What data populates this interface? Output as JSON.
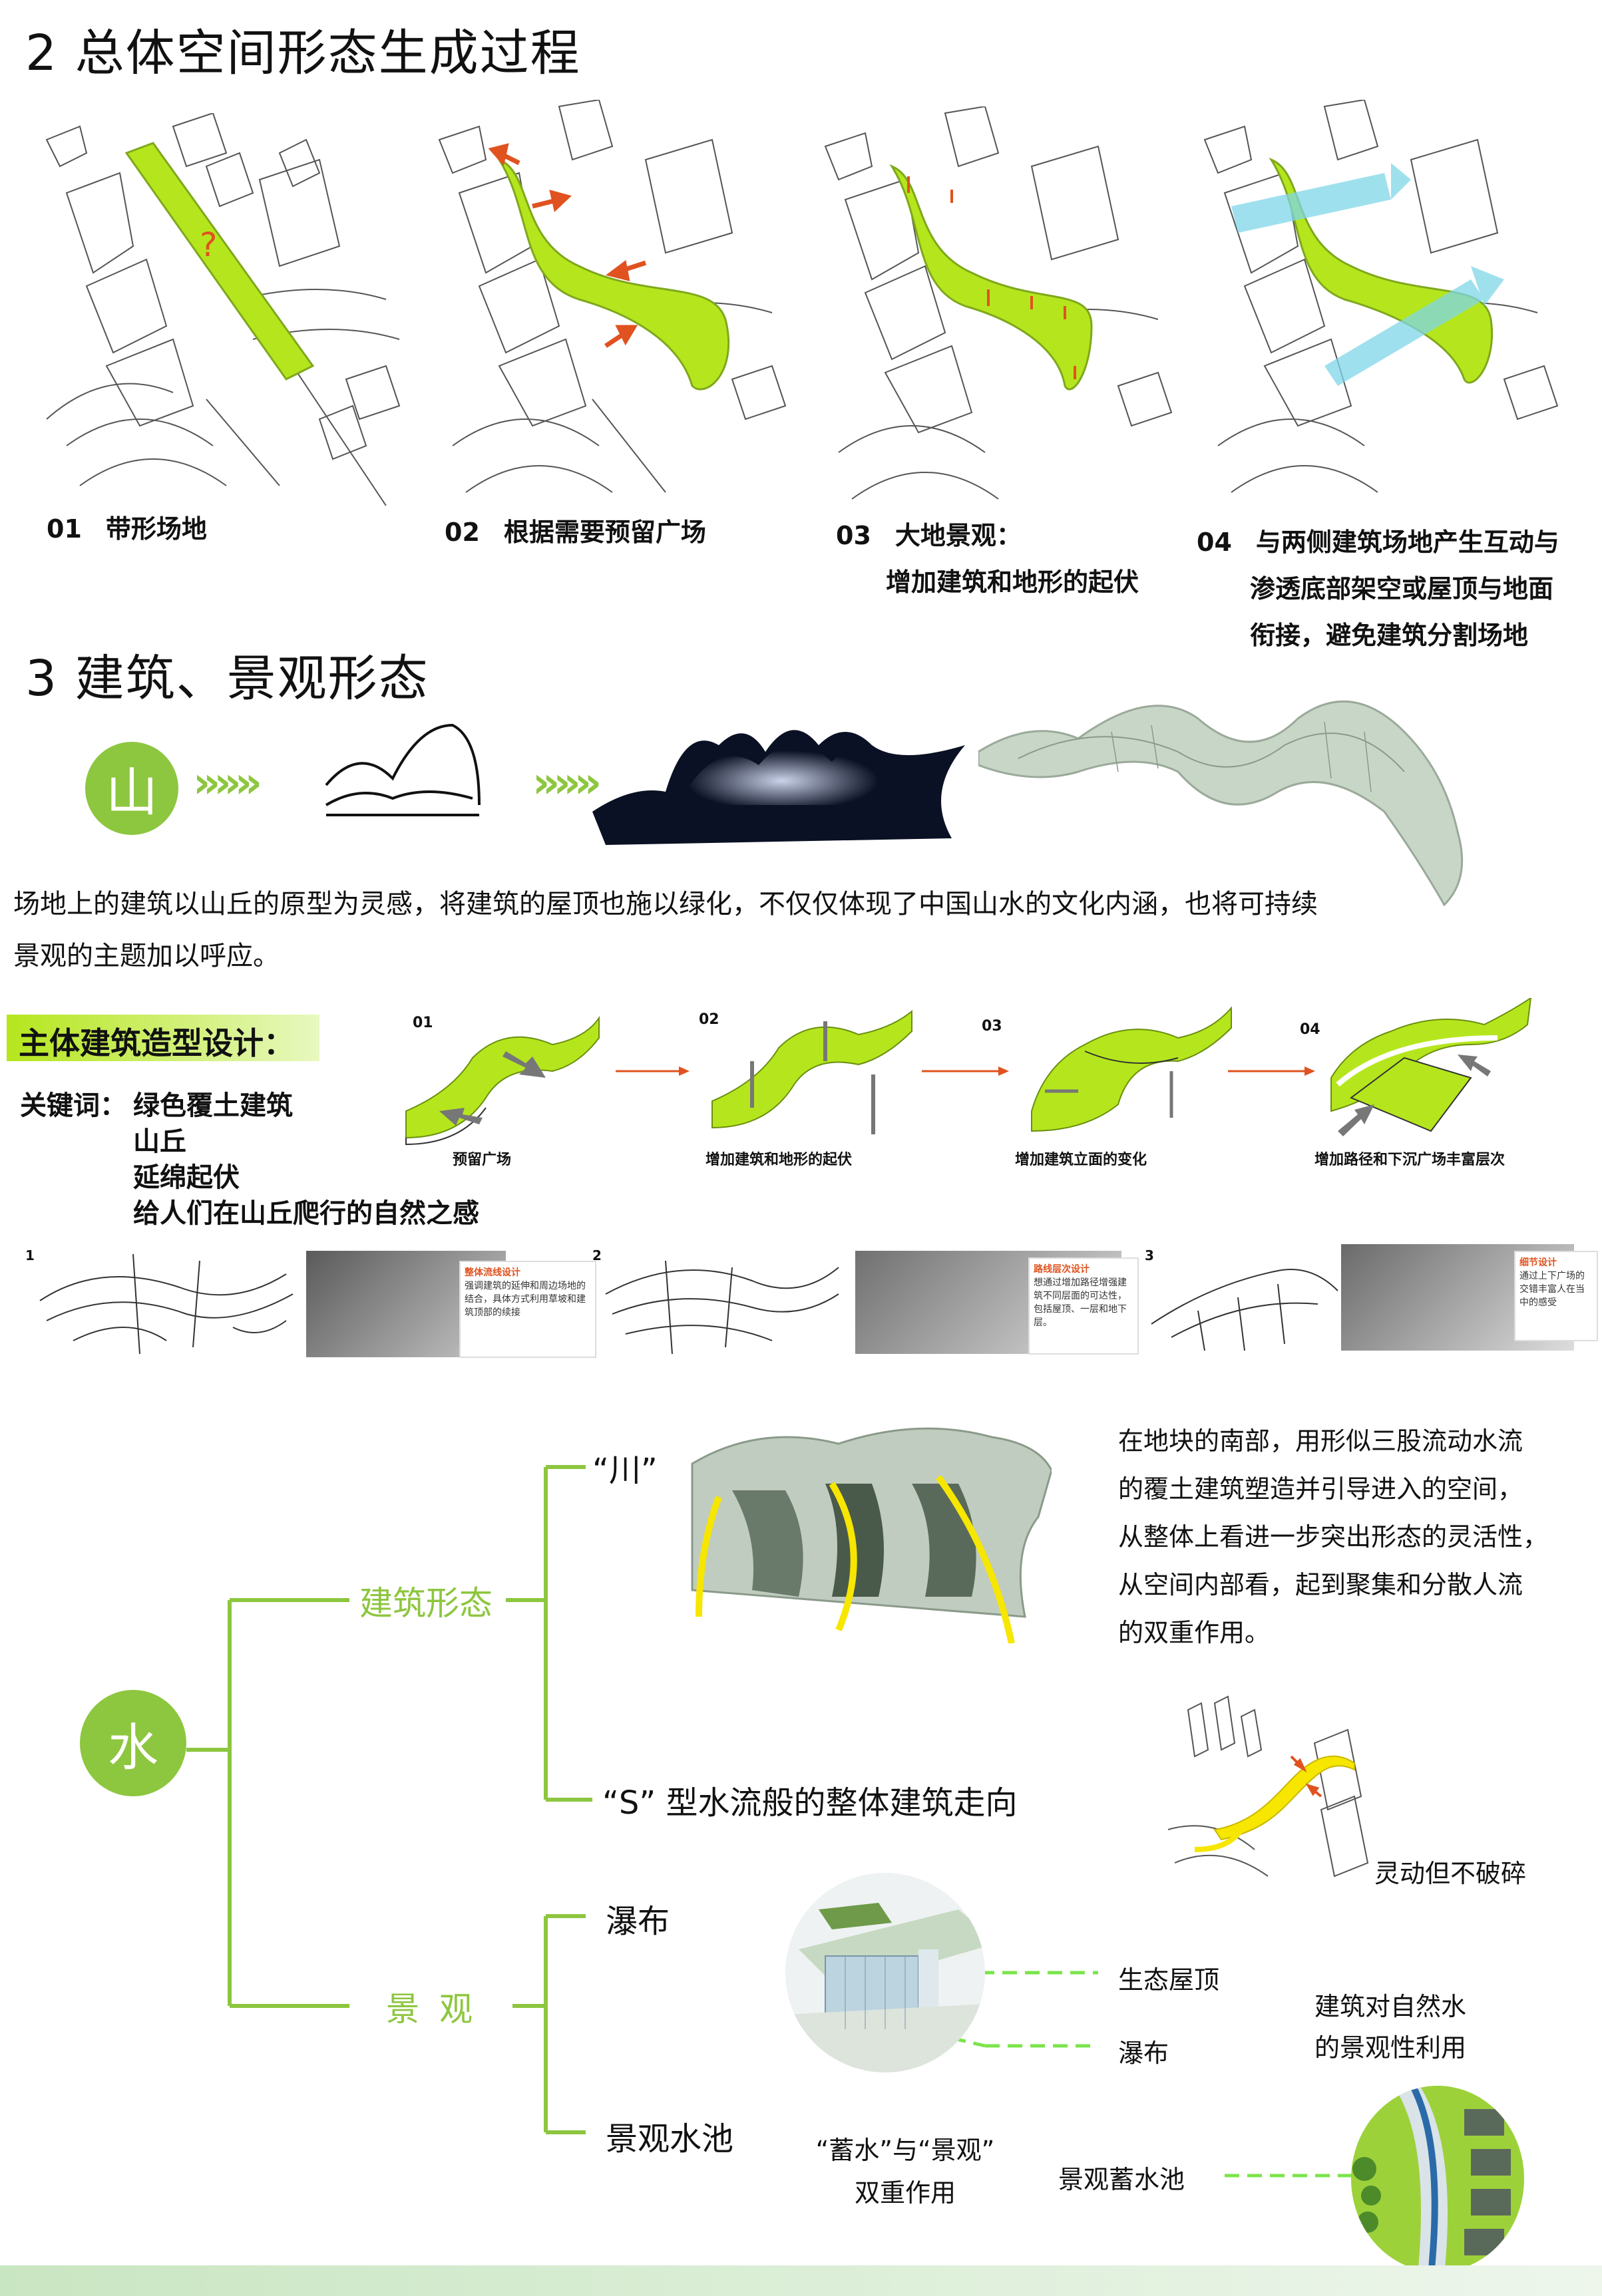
{
  "section2": {
    "title": "2 总体空间形态生成过程",
    "steps": [
      {
        "num": "01",
        "text": "带形场地"
      },
      {
        "num": "02",
        "text": "根据需要预留广场"
      },
      {
        "num": "03",
        "text": "大地景观：",
        "text2": "增加建筑和地形的起伏"
      },
      {
        "num": "04",
        "text": "与两侧建筑场地产生互动与",
        "text2": "渗透底部架空或屋顶与地面",
        "text3": "衔接，避免建筑分割场地"
      }
    ]
  },
  "section3": {
    "title": "3 建筑、景观形态",
    "mountain_char": "山",
    "chevrons": "»»»",
    "paragraph_line1": "场地上的建筑以山丘的原型为灵感，将建筑的屋顶也施以绿化，不仅仅体现了中国山水的文化内涵，也将可持续",
    "paragraph_line2": "景观的主题加以呼应。"
  },
  "design": {
    "title": "主体建筑造型设计：",
    "keywords_label": "关键词：",
    "keywords": [
      "绿色覆土建筑",
      "山丘",
      "延绵起伏",
      "给人们在山丘爬行的自然之感"
    ],
    "steps": [
      {
        "num": "01",
        "caption": "预留广场"
      },
      {
        "num": "02",
        "caption": "增加建筑和地形的起伏"
      },
      {
        "num": "03",
        "caption": "增加建筑立面的变化"
      },
      {
        "num": "04",
        "caption": "增加路径和下沉广场丰富层次"
      }
    ]
  },
  "sketches": [
    {
      "num": "1",
      "note_title": "整体流线设计",
      "note_body": "强调建筑的延伸和周边场地的结合，具体方式利用草坡和建筑顶部的续接"
    },
    {
      "num": "2",
      "note_title": "路线层次设计",
      "note_body": "想通过增加路径增强建筑不同层面的可达性，包括屋顶、一层和地下层。"
    },
    {
      "num": "3",
      "note_title": "细节设计",
      "note_body": "通过上下广场的交错丰富人在当中的感受"
    }
  ],
  "water": {
    "root": "水",
    "branch_building": "建筑形态",
    "branch_landscape": "景观",
    "chuan": "“川”",
    "s_shape": "“S”  型水流般的整体建筑走向",
    "desc": [
      "在地块的南部，用形似三股流动水流",
      "的覆土建筑塑造并引导进入的空间，",
      "从整体上看进一步突出形态的灵活性，",
      "从空间内部看，起到聚集和分散人流",
      "的双重作用。"
    ],
    "lingdong": "灵动但不破碎",
    "waterfall": "瀑布",
    "pool": "景观水池",
    "eco_roof": "生态屋顶",
    "waterfall_label": "瀑布",
    "nature_use_1": "建筑对自然水",
    "nature_use_2": "的景观性利用",
    "storage_1": "“蓄水”与“景观”",
    "storage_2": "双重作用",
    "storage_pool": "景观蓄水池"
  },
  "colors": {
    "green": "#8dc63f",
    "lime": "#b5e61d",
    "red": "#e0521f",
    "cyan": "#7fd6e8",
    "yellow": "#f6e600"
  }
}
